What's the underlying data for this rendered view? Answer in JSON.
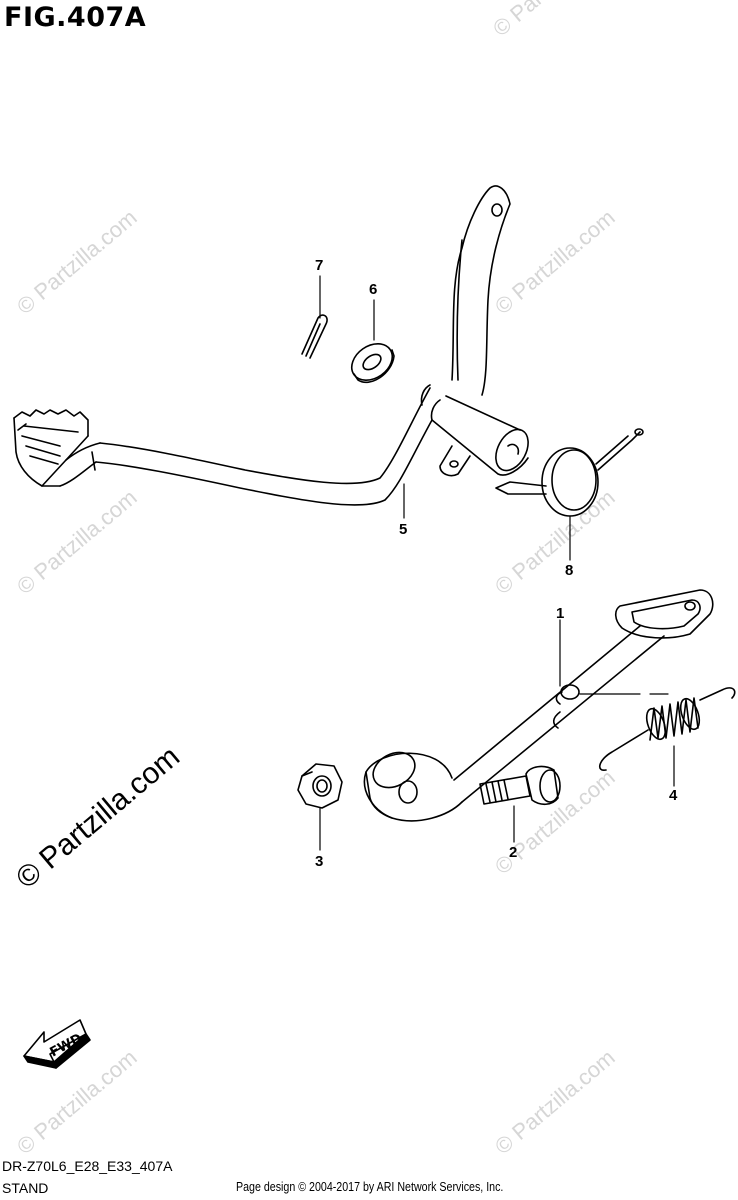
{
  "figure_title": "FIG.407A",
  "watermark_text": "© Partzilla.com",
  "watermark_main": "© Partzilla.com",
  "fwd_label": "FWD",
  "callouts": [
    {
      "id": "1",
      "part": "stand"
    },
    {
      "id": "2",
      "part": "bolt"
    },
    {
      "id": "3",
      "part": "nut"
    },
    {
      "id": "4",
      "part": "spring"
    },
    {
      "id": "5",
      "part": "brake-pedal"
    },
    {
      "id": "6",
      "part": "washer"
    },
    {
      "id": "7",
      "part": "cotter-pin"
    },
    {
      "id": "8",
      "part": "return-spring"
    }
  ],
  "footer": {
    "model_code": "DR-Z70L6_E28_E33_407A",
    "section_name": "STAND",
    "credit": "Page design © 2004-2017 by ARI Network Services, Inc."
  }
}
